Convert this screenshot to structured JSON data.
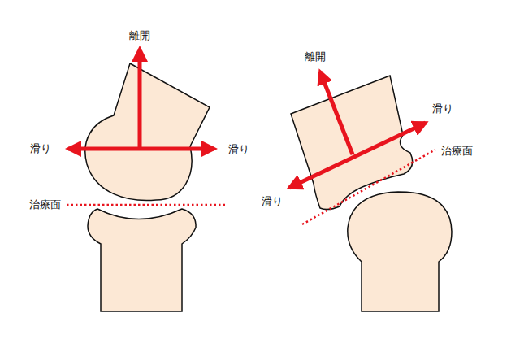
{
  "diagram": {
    "labels": [
      "離開",
      "滑り",
      "滑り",
      "治療面",
      "離開",
      "滑り",
      "滑り",
      "治療面"
    ]
  }
}
